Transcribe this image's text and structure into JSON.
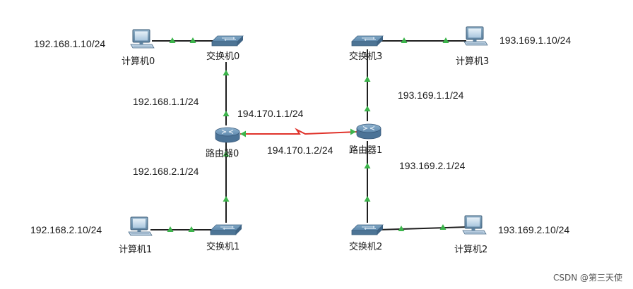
{
  "devices": {
    "pc0": {
      "label": "计算机0",
      "ip": "192.168.1.10/24"
    },
    "pc1": {
      "label": "计算机1",
      "ip": "192.168.2.10/24"
    },
    "pc2": {
      "label": "计算机2",
      "ip": "193.169.2.10/24"
    },
    "pc3": {
      "label": "计算机3",
      "ip": "193.169.1.10/24"
    },
    "sw0": {
      "label": "交换机0"
    },
    "sw1": {
      "label": "交换机1"
    },
    "sw2": {
      "label": "交换机2"
    },
    "sw3": {
      "label": "交换机3"
    },
    "r0": {
      "label": "路由器0",
      "ip_lan1": "192.168.1.1/24",
      "ip_lan2": "192.168.2.1/24",
      "ip_wan": "194.170.1.1/24"
    },
    "r1": {
      "label": "路由器1",
      "ip_lan1": "193.169.1.1/24",
      "ip_lan2": "193.169.2.1/24",
      "ip_wan": "194.170.1.2/24"
    }
  },
  "colors": {
    "link": "#1f1f1f",
    "serial_link": "#e0332b",
    "status_up": "#3cb44b"
  },
  "watermark": "CSDN @第三天使"
}
